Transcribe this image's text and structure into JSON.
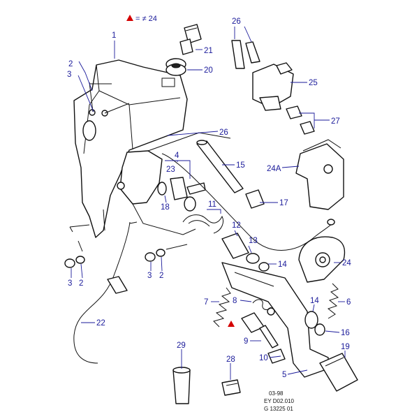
{
  "legend": {
    "text": "= ≠ 24",
    "marker_color": "#d40000"
  },
  "callouts": {
    "c1": "1",
    "c2a": "2",
    "c3a": "3",
    "c21": "21",
    "c20": "20",
    "c26a": "26",
    "c25": "25",
    "c27": "27",
    "c26b": "26",
    "c24A": "24A",
    "c4": "4",
    "c23": "23",
    "c15": "15",
    "c17": "17",
    "c18": "18",
    "c11": "11",
    "c12": "12",
    "c13": "13",
    "c14a": "14",
    "c24": "24",
    "c3b": "3",
    "c2b": "2",
    "c3c": "3",
    "c2c": "2",
    "c22": "22",
    "c7": "7",
    "c8": "8",
    "c14b": "14",
    "c6": "6",
    "c9": "9",
    "c16": "16",
    "c19": "19",
    "c10": "10",
    "c5": "5",
    "c29": "29",
    "c28": "28"
  },
  "footer": {
    "line1": "03-98",
    "line2": "EY D02.010",
    "line3": "G 13225 01"
  },
  "colors": {
    "line": "#111111",
    "callout": "#1a1a9a",
    "marker": "#d40000"
  }
}
